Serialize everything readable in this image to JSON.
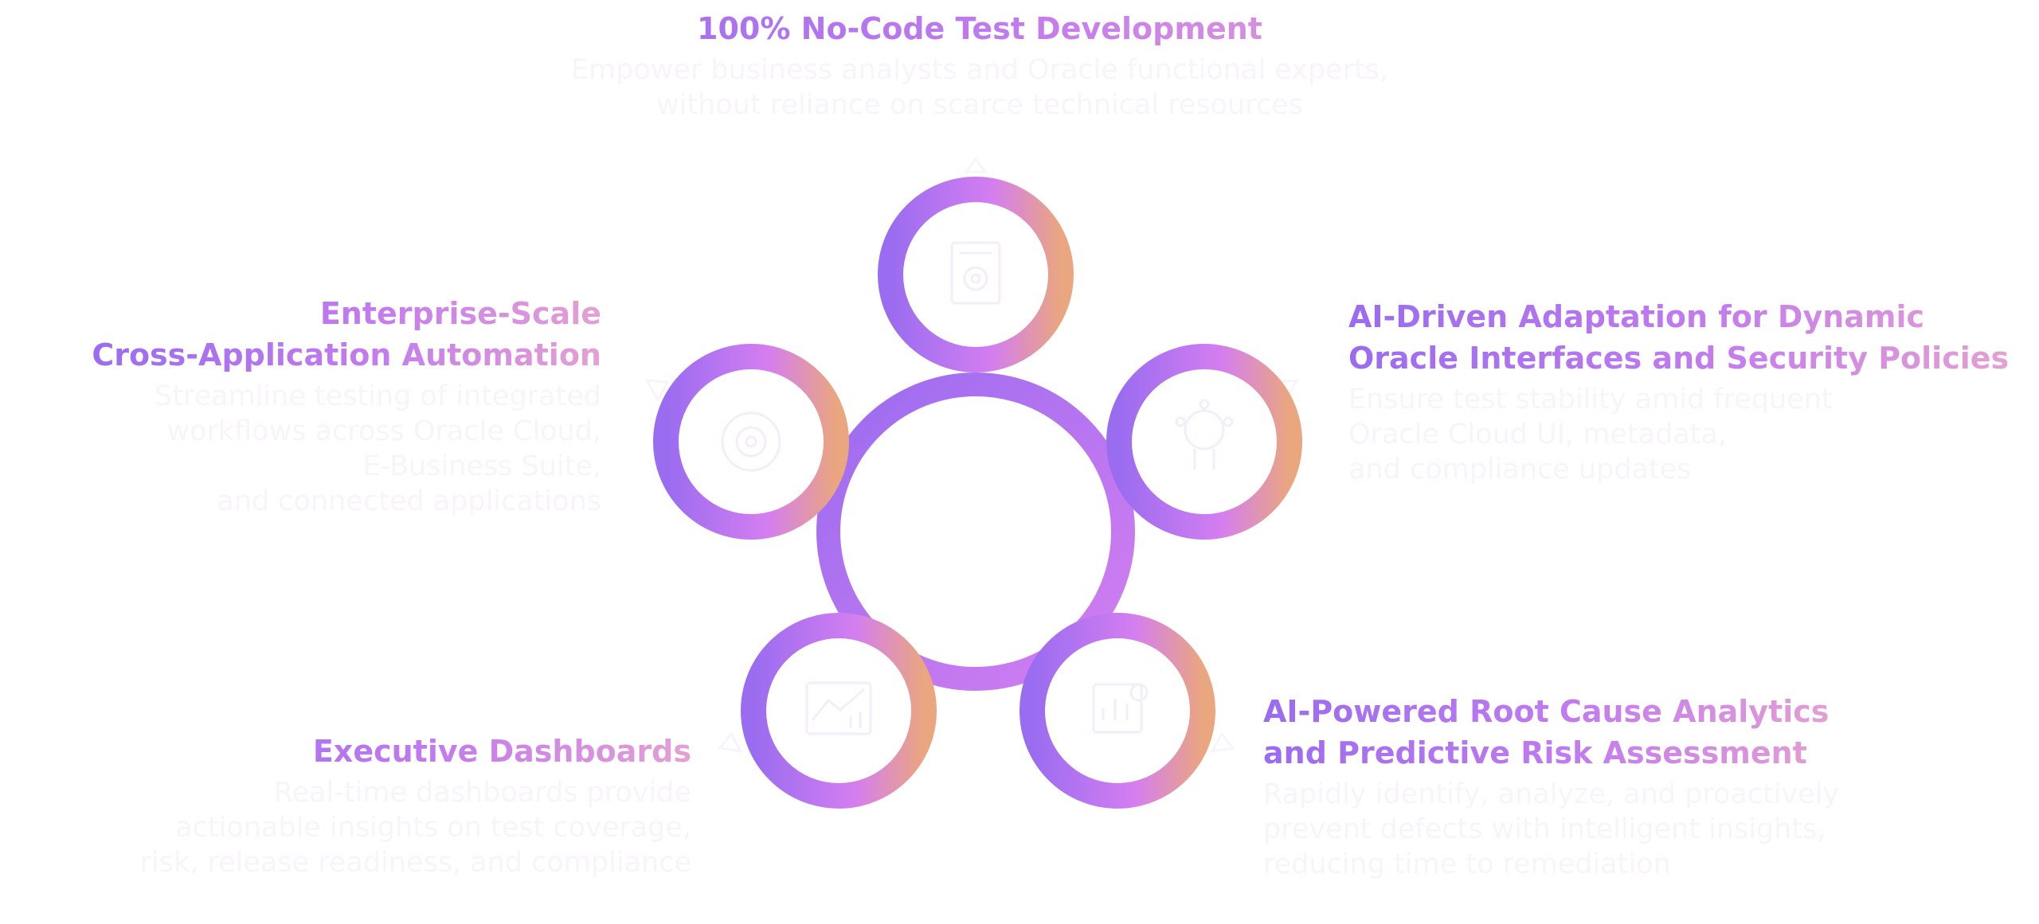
{
  "colors": {
    "gradient_start": "#9a6cf0",
    "gradient_mid": "#d47ef0",
    "gradient_end": "#eaa67e",
    "description_text": "#f7f5f9",
    "icon_stroke": "#f3eef7"
  },
  "features": [
    {
      "title": [
        "100% No-Code Test Development"
      ],
      "description": [
        "Empower business analysts and Oracle functional experts,",
        "without reliance on scarce technical resources"
      ],
      "icon": "document-gear-icon"
    },
    {
      "title": [
        "AI-Driven Adaptation for Dynamic",
        "Oracle Interfaces and Security Policies"
      ],
      "description": [
        "Ensure test stability amid frequent",
        "Oracle Cloud UI, metadata,",
        "and compliance updates"
      ],
      "icon": "brain-network-icon"
    },
    {
      "title": [
        "AI-Powered Root Cause Analytics",
        "and Predictive Risk Assessment"
      ],
      "description": [
        "Rapidly identify, analyze, and proactively",
        "prevent defects with intelligent insights,",
        "reducing time to remediation"
      ],
      "icon": "analytics-chart-icon"
    },
    {
      "title": [
        "Executive Dashboards"
      ],
      "description": [
        "Real-time dashboards provide",
        "actionable insights on test coverage,",
        "risk, release readiness, and compliance"
      ],
      "icon": "dashboard-chart-icon"
    },
    {
      "title": [
        "Enterprise-Scale",
        "Cross-Application Automation"
      ],
      "description": [
        "Streamline testing of integrated",
        "workflows across Oracle Cloud,",
        "E-Business Suite,",
        "and connected applications"
      ],
      "icon": "gear-cycle-icon"
    }
  ]
}
